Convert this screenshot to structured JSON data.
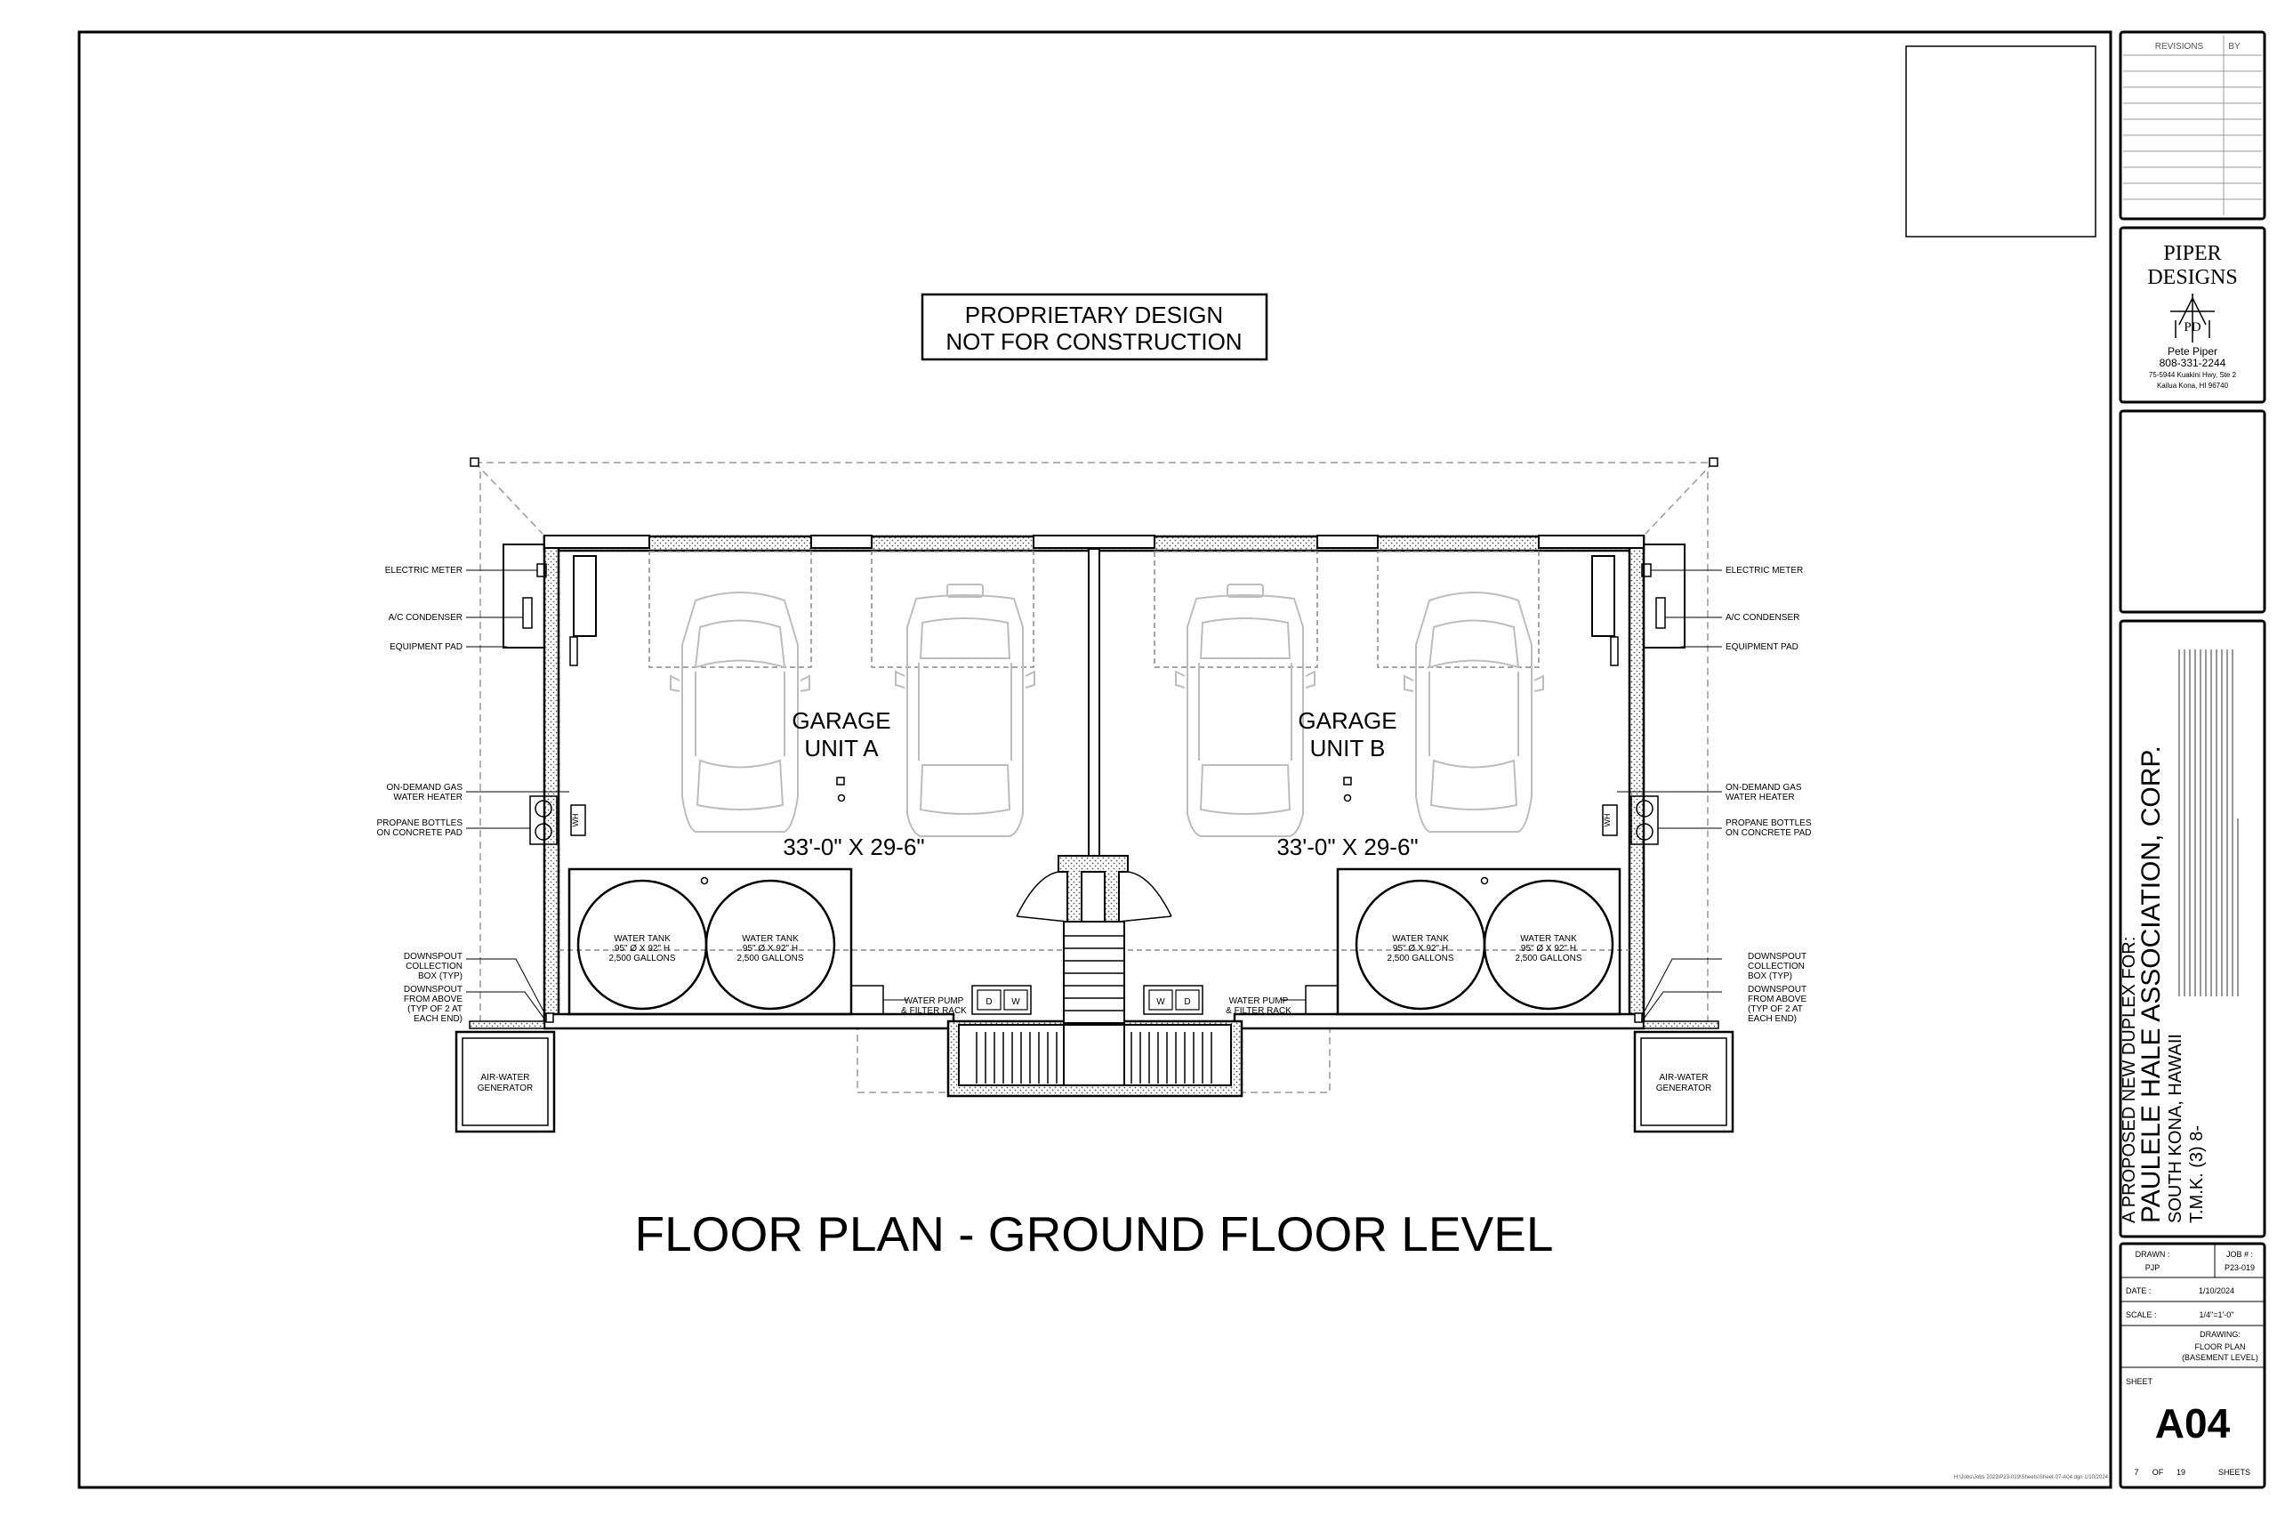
{
  "notice": {
    "line1": "PROPRIETARY DESIGN",
    "line2": "NOT FOR CONSTRUCTION"
  },
  "plan_title": "FLOOR PLAN - GROUND FLOOR LEVEL",
  "units": [
    {
      "title1": "GARAGE",
      "title2": "UNIT A",
      "dims": "33'-0\" X 29-6\""
    },
    {
      "title1": "GARAGE",
      "title2": "UNIT B",
      "dims": "33'-0\" X 29-6\""
    }
  ],
  "tank": {
    "label": "WATER TANK",
    "size": "95\" Ø X 92\" H",
    "capacity": "2,500 GALLONS"
  },
  "callouts": {
    "electric_meter": "ELECTRIC METER",
    "ac_condenser": "A/C CONDENSER",
    "equipment_pad": "EQUIPMENT PAD",
    "gas_heater_1": "ON-DEMAND GAS",
    "gas_heater_2": "WATER HEATER",
    "propane_1": "PROPANE BOTTLES",
    "propane_2": "ON CONCRETE PAD",
    "downspout_box_1": "DOWNSPOUT",
    "downspout_box_2": "COLLECTION",
    "downspout_box_3": "BOX (TYP)",
    "downspout_above_1": "DOWNSPOUT",
    "downspout_above_2": "FROM ABOVE",
    "downspout_above_3": "(TYP OF 2 AT",
    "downspout_above_4": "EACH END)",
    "water_pump_1": "WATER PUMP",
    "water_pump_2": "& FILTER RACK",
    "generator_1": "AIR-WATER",
    "generator_2": "GENERATOR",
    "wh": "WH",
    "dryer": "D",
    "washer": "W"
  },
  "title_block": {
    "revisions_header": "REVISIONS",
    "by_header": "BY",
    "firm_line1": "PIPER",
    "firm_line2": "DESIGNS",
    "firm_logo": "PD",
    "contact_name": "Pete Piper",
    "contact_phone": "808-331-2244",
    "contact_addr1": "75-5944 Kuakini Hwy, Ste 2",
    "contact_addr2": "Kailua Kona, HI 96740",
    "project_line1": "A PROPOSED NEW DUPLEX FOR:",
    "project_line2": "PAULELE HALE ASSOCIATION, CORP.",
    "project_line3": "SOUTH KONA, HAWAII",
    "project_line4": "T.M.K. (3) 8-",
    "drawn_label": "DRAWN :",
    "drawn_value": "PJP",
    "job_label": "JOB # :",
    "job_value": "P23-019",
    "date_label": "DATE :",
    "date_value": "1/10/2024",
    "scale_label": "SCALE :",
    "scale_value": "1/4\"=1'-0\"",
    "drawing_label": "DRAWING:",
    "drawing_value1": "FLOOR PLAN",
    "drawing_value2": "(BASEMENT LEVEL)",
    "sheet_label": "SHEET",
    "sheet_number": "A04",
    "sheet_index": "7",
    "sheet_of": "OF",
    "sheet_total": "19",
    "sheets_label": "SHEETS"
  },
  "file_path": "H:\\Jobs\\Jobs 2023\\P23-019\\Sheets\\Sheet-07-A04.dgn    1/10/2024"
}
